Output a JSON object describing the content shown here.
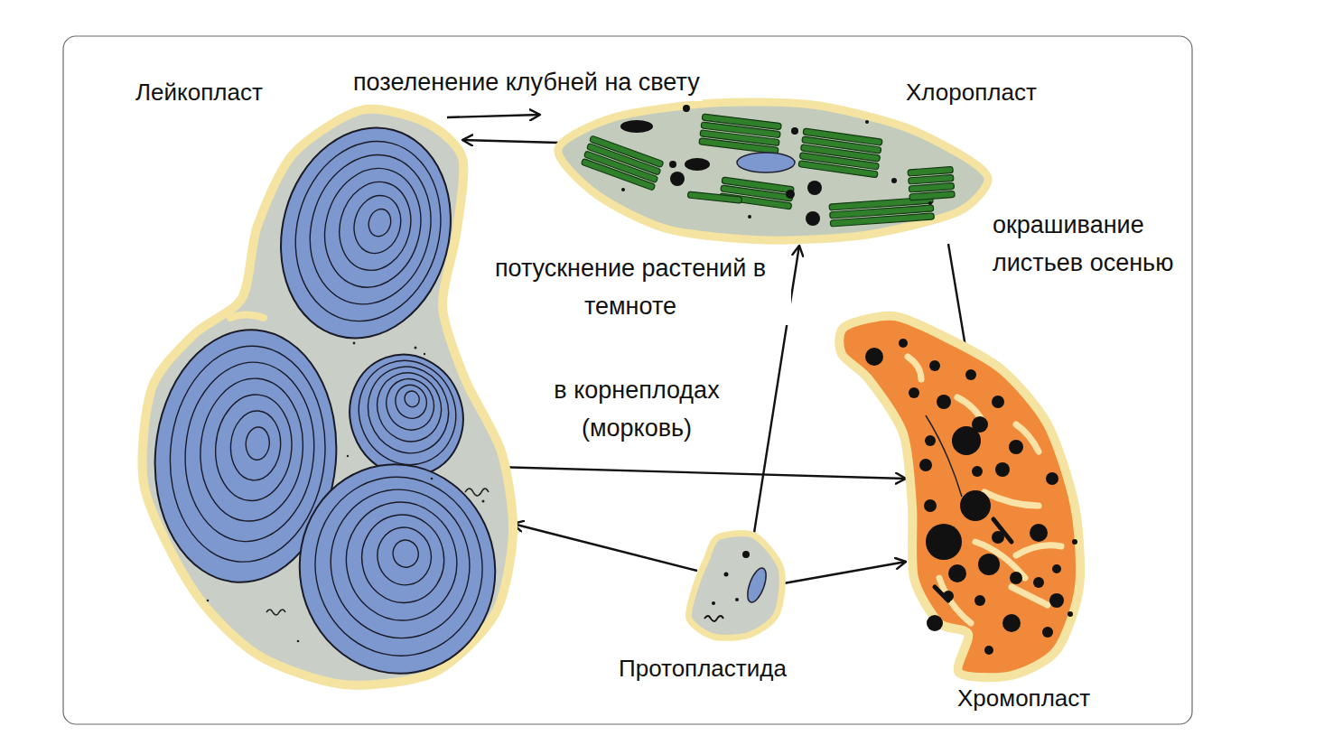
{
  "diagram": {
    "nodes": [
      {
        "text": [
          "Лейкопласт"
        ]
      },
      {
        "text": [
          "Хлоропласт"
        ]
      },
      {
        "text": [
          "Протопластида"
        ]
      },
      {
        "text": [
          "Хромопласт"
        ]
      }
    ],
    "edges": [
      {
        "from": 0,
        "to": 1,
        "arrow": "to",
        "label": "позеленение клубней на свету"
      },
      {
        "from": 1,
        "to": 0,
        "arrow": "to",
        "label": "потускнение растений в темноте"
      },
      {
        "from": 1,
        "to": 3,
        "arrow": "to",
        "label": "окрашивание листьев осенью"
      },
      {
        "from": 0,
        "to": 3,
        "arrow": "to",
        "label": "в корнеплодах (морковь)"
      },
      {
        "from": 2,
        "to": 0,
        "arrow": "to"
      },
      {
        "from": 2,
        "to": 1,
        "arrow": "to"
      },
      {
        "from": 2,
        "to": 3,
        "arrow": "to"
      }
    ]
  }
}
